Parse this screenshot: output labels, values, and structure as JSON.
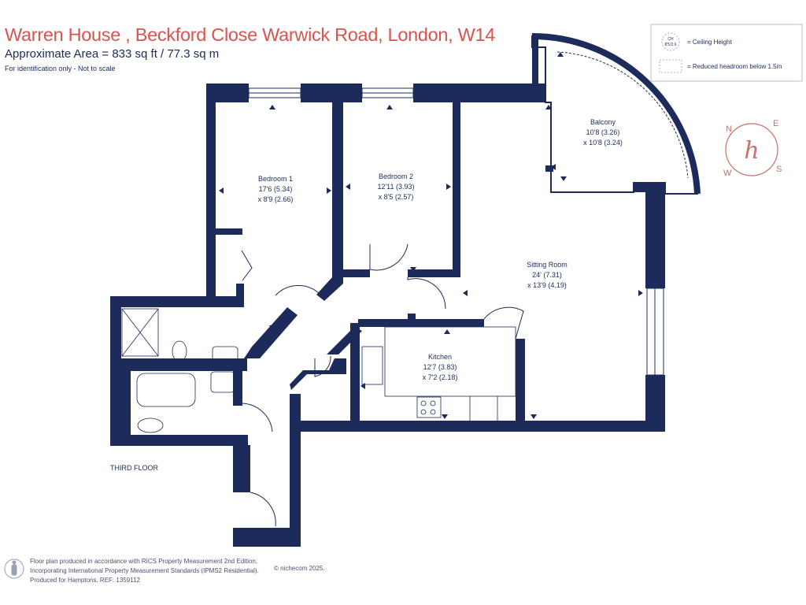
{
  "header": {
    "title": "Warren House , Beckford Close Warwick Road, London, W14",
    "area": "Approximate Area = 833 sq ft / 77.3 sq m",
    "note": "For identification only - Not to scale"
  },
  "legend": {
    "ceiling_badge_top": "CH",
    "ceiling_badge_bottom": "8'5/2.6",
    "ceiling_label": "= Ceiling Height",
    "reduced_label": "= Reduced headroom below 1.5m"
  },
  "compass": {
    "n": "N",
    "e": "E",
    "s": "S",
    "w": "W",
    "logo": "h"
  },
  "rooms": {
    "bedroom1": {
      "name": "Bedroom 1",
      "dim1": "17'6 (5.34)",
      "dim2": "x 8'9 (2.66)"
    },
    "bedroom2": {
      "name": "Bedroom 2",
      "dim1": "12'11 (3.93)",
      "dim2": "x 8'5 (2.57)"
    },
    "balcony": {
      "name": "Balcony",
      "dim1": "10'8 (3.26)",
      "dim2": "x 10'8 (3.24)"
    },
    "sitting": {
      "name": "Sitting Room",
      "dim1": "24' (7.31)",
      "dim2": "x 13'9 (4.19)"
    },
    "kitchen": {
      "name": "Kitchen",
      "dim1": "12'7 (3.83)",
      "dim2": "x 7'2 (2.18)"
    }
  },
  "floor_label": "THIRD FLOOR",
  "footer": {
    "line1": "Floor plan produced in accordance with RICS Property Measurement 2nd Edition,",
    "line2": "Incorporating International Property Measurement Standards (IPMS2 Residential).",
    "line3": "Produced for Hamptons.   REF:  1359112",
    "copyright": "© nichecom 2025."
  },
  "colors": {
    "wall": "#1c2b5a",
    "title": "#d9534f",
    "accent": "#c9706a"
  }
}
